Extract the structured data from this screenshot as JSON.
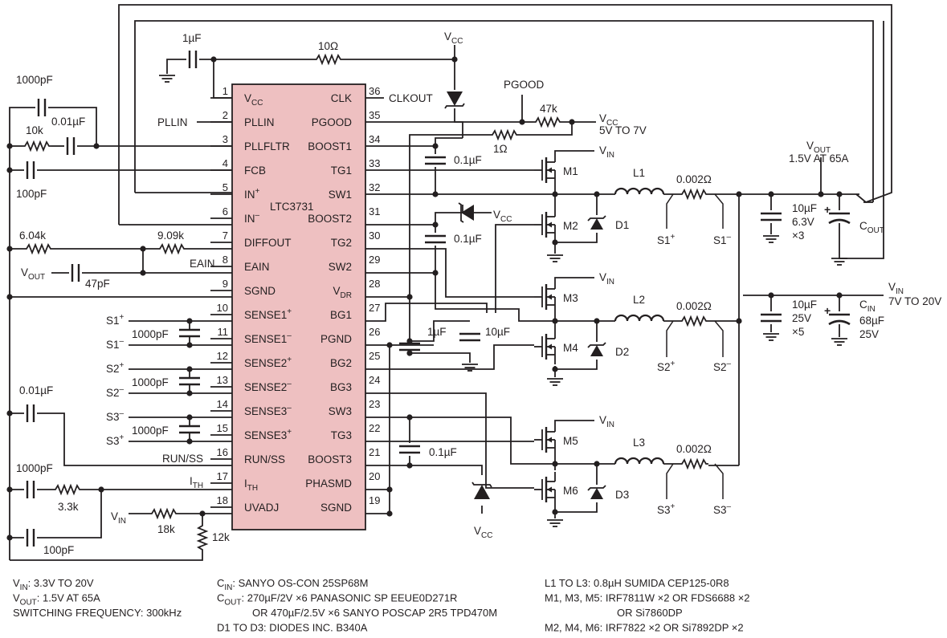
{
  "colors": {
    "ic_fill": "#eec0c1",
    "ink": "#231f20",
    "background": "#ffffff"
  },
  "ic": {
    "name": "LTC3731",
    "left_pins": [
      {
        "num": "1",
        "name": "V",
        "sub": "CC"
      },
      {
        "num": "2",
        "name": "PLLIN"
      },
      {
        "num": "3",
        "name": "PLLFLTR"
      },
      {
        "num": "4",
        "name": "FCB"
      },
      {
        "num": "5",
        "name": "IN",
        "sup": "+"
      },
      {
        "num": "6",
        "name": "IN",
        "sup": "–"
      },
      {
        "num": "7",
        "name": "DIFFOUT"
      },
      {
        "num": "8",
        "name": "EAIN"
      },
      {
        "num": "9",
        "name": "SGND"
      },
      {
        "num": "10",
        "name": "SENSE1",
        "sup": "+"
      },
      {
        "num": "11",
        "name": "SENSE1",
        "sup": "–"
      },
      {
        "num": "12",
        "name": "SENSE2",
        "sup": "+"
      },
      {
        "num": "13",
        "name": "SENSE2",
        "sup": "–"
      },
      {
        "num": "14",
        "name": "SENSE3",
        "sup": "–"
      },
      {
        "num": "15",
        "name": "SENSE3",
        "sup": "+"
      },
      {
        "num": "16",
        "name": "RUN/SS"
      },
      {
        "num": "17",
        "name": "I",
        "sub": "TH"
      },
      {
        "num": "18",
        "name": "UVADJ"
      }
    ],
    "right_pins": [
      {
        "num": "36",
        "name": "CLK"
      },
      {
        "num": "35",
        "name": "PGOOD"
      },
      {
        "num": "34",
        "name": "BOOST1"
      },
      {
        "num": "33",
        "name": "TG1"
      },
      {
        "num": "32",
        "name": "SW1"
      },
      {
        "num": "31",
        "name": "BOOST2"
      },
      {
        "num": "30",
        "name": "TG2"
      },
      {
        "num": "29",
        "name": "SW2"
      },
      {
        "num": "28",
        "name": "V",
        "sub": "DR"
      },
      {
        "num": "27",
        "name": "BG1"
      },
      {
        "num": "26",
        "name": "PGND"
      },
      {
        "num": "25",
        "name": "BG2"
      },
      {
        "num": "24",
        "name": "BG3"
      },
      {
        "num": "23",
        "name": "SW3"
      },
      {
        "num": "22",
        "name": "TG3"
      },
      {
        "num": "21",
        "name": "BOOST3"
      },
      {
        "num": "20",
        "name": "PHASMD"
      },
      {
        "num": "19",
        "name": "SGND"
      }
    ]
  },
  "labels": {
    "c_vcc_bypass": "1µF",
    "r_vcc": "10Ω",
    "vcc_top": {
      "main": "V",
      "sub": "CC"
    },
    "clkout": "CLKOUT",
    "pgood": "PGOOD",
    "r_pgood": "47k",
    "vcc_supply": {
      "main": "V",
      "sub": "CC"
    },
    "vcc_supply_range": "5V TO 7V",
    "r_boost": "1Ω",
    "c_boost1": "0.1µF",
    "c_1000pf_top": "1000pF",
    "c_001uf_top": "0.01µF",
    "r_10k": "10k",
    "c_100pf_top": "100pF",
    "pllin": "PLLIN",
    "r_604k": "6.04k",
    "r_909k": "9.09k",
    "eain": "EAIN",
    "vout_left": {
      "main": "V",
      "sub": "OUT"
    },
    "c_47pf": "47pF",
    "s1p": {
      "main": "S1",
      "sup": "+"
    },
    "s1m": {
      "main": "S1",
      "sup": "–"
    },
    "s2p": {
      "main": "S2",
      "sup": "+"
    },
    "s2m": {
      "main": "S2",
      "sup": "–"
    },
    "s3m": {
      "main": "S3",
      "sup": "–"
    },
    "s3p": {
      "main": "S3",
      "sup": "+"
    },
    "c_sense1": "1000pF",
    "c_sense2": "1000pF",
    "c_sense3": "1000pF",
    "c_001uf_run": "0.01µF",
    "run_ss": "RUN/SS",
    "ith": {
      "main": "I",
      "sub": "TH"
    },
    "c_1000pf_ith": "1000pF",
    "r_33k": "3.3k",
    "c_100pf_ith": "100pF",
    "vin_left": {
      "main": "V",
      "sub": "IN"
    },
    "r_18k": "18k",
    "r_12k": "12k",
    "c_1uf_vdr": "1µF",
    "c_10uf_vdr": "10µF",
    "c_boost2": "0.1µF",
    "c_boost3": "0.1µF",
    "vcc_d2": {
      "main": "V",
      "sub": "CC"
    },
    "vcc_bottom": {
      "main": "V",
      "sub": "CC"
    },
    "m1": "M1",
    "m2": "M2",
    "m3": "M3",
    "m4": "M4",
    "m5": "M5",
    "m6": "M6",
    "d1": "D1",
    "d2": "D2",
    "d3": "D3",
    "vin_m1": {
      "main": "V",
      "sub": "IN"
    },
    "vin_m3": {
      "main": "V",
      "sub": "IN"
    },
    "vin_m5": {
      "main": "V",
      "sub": "IN"
    },
    "l1": "L1",
    "l2": "L2",
    "l3": "L3",
    "r_sense1": "0.002Ω",
    "r_sense2": "0.002Ω",
    "r_sense3": "0.002Ω",
    "s1p_out": {
      "main": "S1",
      "sup": "+"
    },
    "s1m_out": {
      "main": "S1",
      "sup": "–"
    },
    "s2p_out": {
      "main": "S2",
      "sup": "+"
    },
    "s2m_out": {
      "main": "S2",
      "sup": "–"
    },
    "s3p_out": {
      "main": "S3",
      "sup": "+"
    },
    "s3m_out": {
      "main": "S3",
      "sup": "–"
    },
    "vout_out": {
      "main": "V",
      "sub": "OUT"
    },
    "vout_spec": "1.5V AT 65A",
    "c_out_ceramic": [
      "10µF",
      "6.3V",
      "×3"
    ],
    "cout_label": {
      "main": "C",
      "sub": "OUT"
    },
    "vin_out": {
      "main": "V",
      "sub": "IN"
    },
    "vin_spec": "7V TO 20V",
    "c_in_ceramic": [
      "10µF",
      "25V",
      "×5"
    ],
    "cin_label": {
      "main": "C",
      "sub": "IN"
    },
    "cin_values": [
      "68µF",
      "25V"
    ]
  },
  "notes": {
    "col1": [
      {
        "main": "V",
        "sub": "IN",
        "rest": ": 3.3V TO 20V"
      },
      {
        "main": "V",
        "sub": "OUT",
        "rest": ": 1.5V AT 65A"
      },
      {
        "main": "SWITCHING FREQUENCY: 300kHz"
      }
    ],
    "col2": [
      {
        "main": "C",
        "sub": "IN",
        "rest": ": SANYO OS-CON 25SP68M"
      },
      {
        "main": "C",
        "sub": "OUT",
        "rest": ": 270µF/2V ×6 PANASONIC SP EEUE0D271R"
      },
      {
        "main": "OR 470µF/2.5V ×6 SANYO POSCAP 2R5 TPD470M"
      },
      {
        "main": "D1 TO D3: DIODES INC. B340A"
      }
    ],
    "col3": [
      {
        "main": "L1 TO L3: 0.8µH SUMIDA CEP125-0R8"
      },
      {
        "main": "M1, M3, M5: IRF7811W ×2 OR FDS6688 ×2"
      },
      {
        "main": "OR Si7860DP"
      },
      {
        "main": "M2, M4, M6: IRF7822 ×2 OR Si7892DP ×2"
      }
    ]
  }
}
